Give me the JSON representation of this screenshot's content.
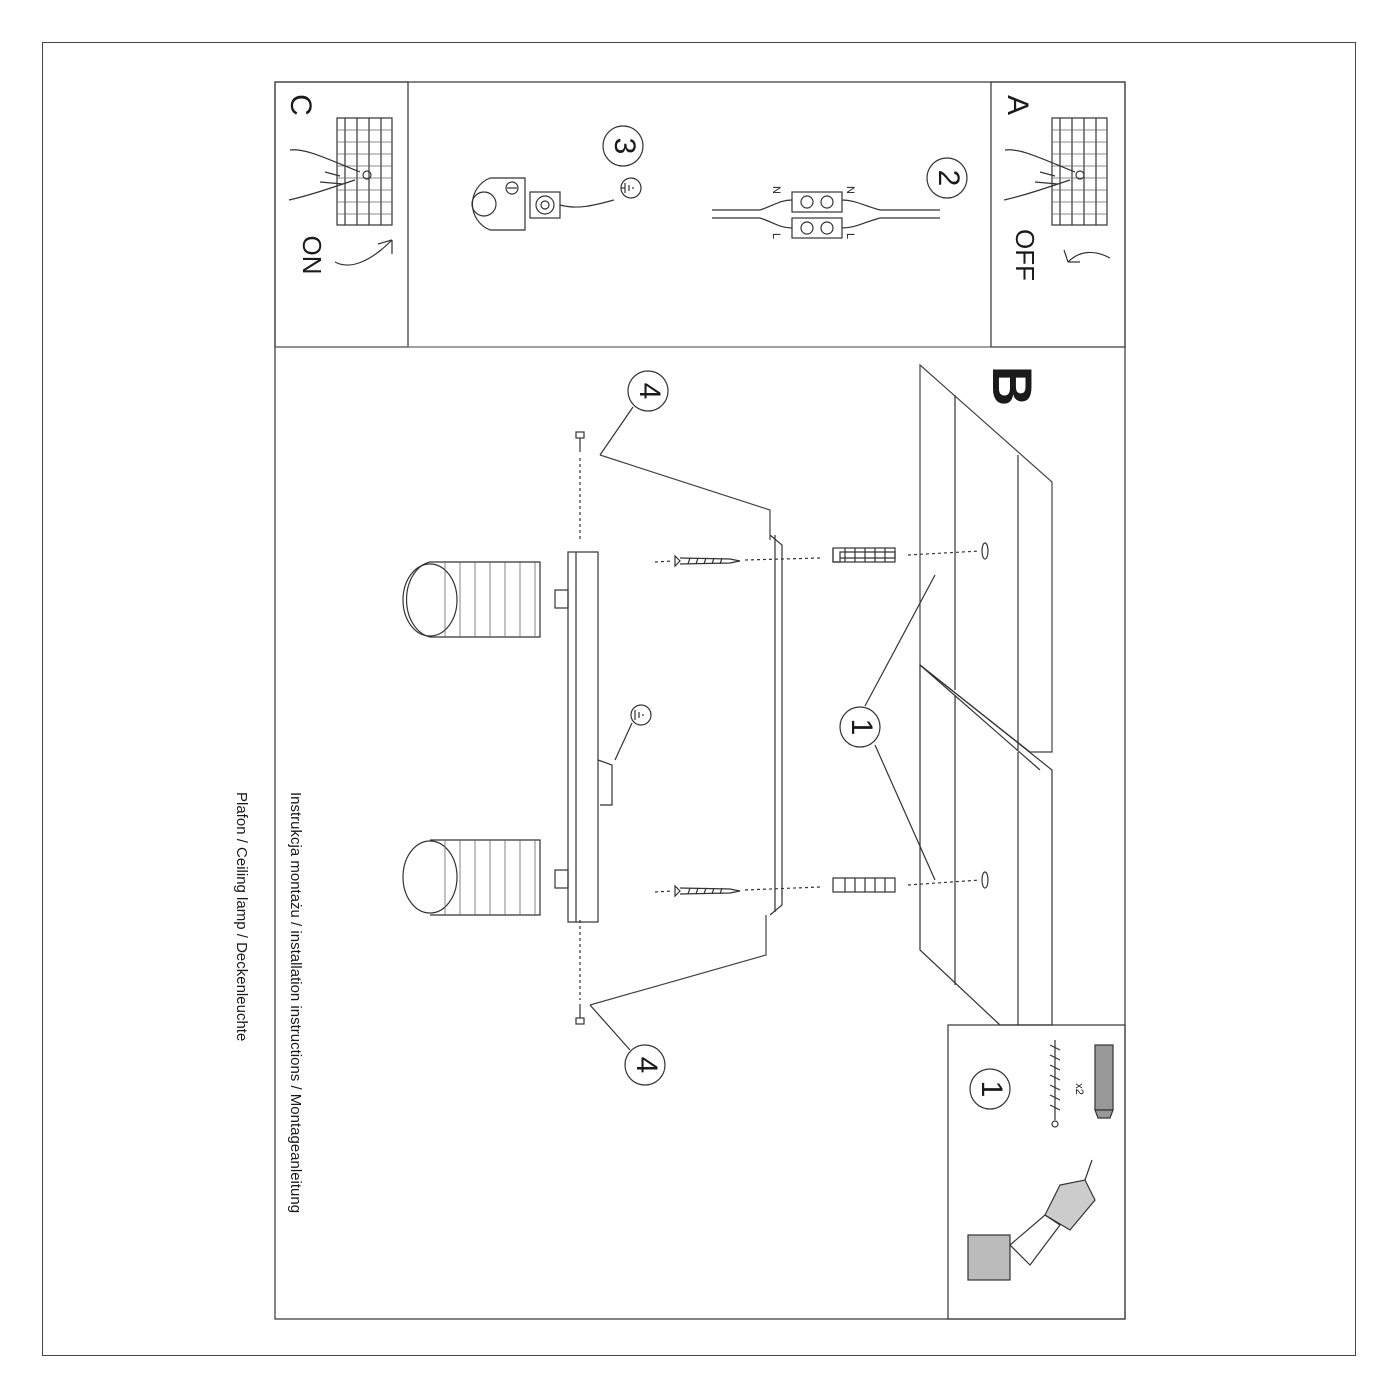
{
  "panels": {
    "A": {
      "letter": "A",
      "state": "OFF"
    },
    "B": {
      "letter": "B"
    },
    "C": {
      "letter": "C",
      "state": "ON"
    },
    "hardware": {
      "callout": "1",
      "quantity": "x2"
    }
  },
  "callouts": {
    "wago": "2",
    "earth": "3",
    "fixings": "1",
    "screw_top": "4",
    "screw_bottom": "4"
  },
  "connector_labels": {
    "n": "N",
    "l": "L"
  },
  "caption": {
    "line1": "Instrukcja montażu / installation instructions / Montageanleitung",
    "line2": "Plafon / Ceiling lamp / Deckenleuchte"
  }
}
